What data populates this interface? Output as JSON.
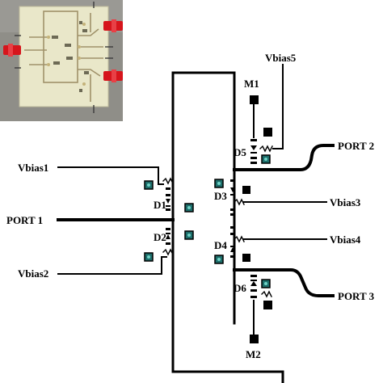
{
  "photo": {
    "description_icon": "pcb-photo-icon"
  },
  "labels": {
    "vbias1": "Vbias1",
    "vbias2": "Vbias2",
    "vbias3": "Vbias3",
    "vbias4": "Vbias4",
    "vbias5": "Vbias5",
    "port1": "PORT 1",
    "port2": "PORT 2",
    "port3": "PORT 3",
    "d1": "D1",
    "d2": "D2",
    "d3": "D3",
    "d4": "D4",
    "d5": "D5",
    "d6": "D6",
    "m1": "M1",
    "m2": "M2"
  },
  "colors": {
    "board": "#e9e7c9",
    "pcb_background": "#8c8c86",
    "connector": "#d6151c",
    "pad": "#1d6d6a",
    "trace": "#000000"
  }
}
